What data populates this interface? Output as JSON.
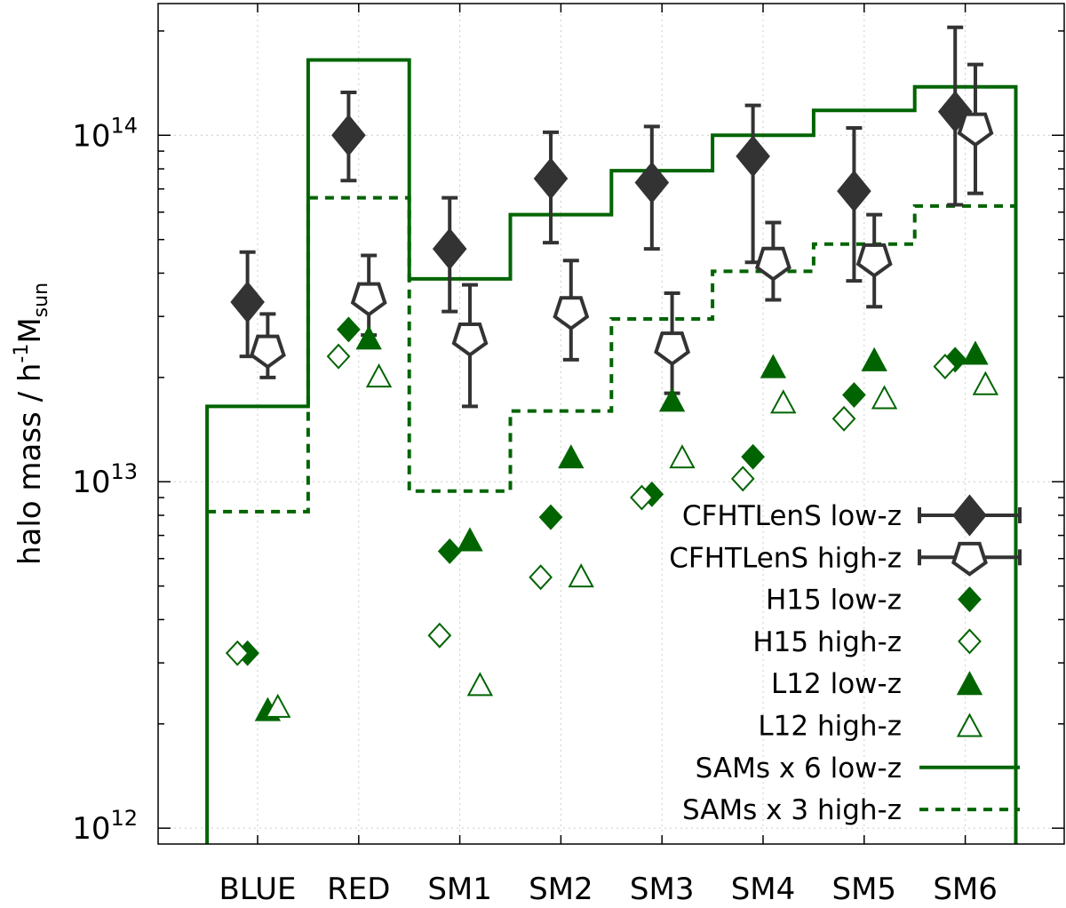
{
  "chart_data": {
    "type": "scatter",
    "title": "",
    "ylabel": "halo mass / h",
    "ylabel_sup": "-1",
    "ylabel_tail": "M",
    "ylabel_sub": "sun",
    "yscale": "log",
    "ylim": [
      900000000000.0,
      240000000000000.0
    ],
    "grid": true,
    "legend_position": "bottom-right",
    "categories": [
      "BLUE",
      "RED",
      "SM1",
      "SM2",
      "SM3",
      "SM4",
      "SM5",
      "SM6"
    ],
    "y_ticks": [
      {
        "value": 1000000000000.0,
        "base": "10",
        "exp": "12"
      },
      {
        "value": 10000000000000.0,
        "base": "10",
        "exp": "13"
      },
      {
        "value": 100000000000000.0,
        "base": "10",
        "exp": "14"
      }
    ],
    "colors": {
      "cfhtlens": "#333333",
      "sim": "#006400",
      "grid": "#cccccc",
      "axis": "#000000"
    },
    "series": [
      {
        "name": "CFHTLenS low-z",
        "marker": "diamond-filled",
        "color": "#333333",
        "offset": -0.1,
        "values": [
          33000000000000.0,
          100000000000000.0,
          47000000000000.0,
          75000000000000.0,
          73000000000000.0,
          87000000000000.0,
          69000000000000.0,
          117000000000000.0
        ],
        "err_low": [
          23000000000000.0,
          74000000000000.0,
          31000000000000.0,
          49000000000000.0,
          47000000000000.0,
          43000000000000.0,
          38000000000000.0,
          63000000000000.0
        ],
        "err_high": [
          46000000000000.0,
          133000000000000.0,
          66000000000000.0,
          102000000000000.0,
          106000000000000.0,
          122000000000000.0,
          105000000000000.0,
          205000000000000.0
        ]
      },
      {
        "name": "CFHTLenS high-z",
        "marker": "pentagon-open",
        "color": "#333333",
        "offset": 0.1,
        "values": [
          24000000000000.0,
          34000000000000.0,
          26000000000000.0,
          31000000000000.0,
          24500000000000.0,
          43000000000000.0,
          44000000000000.0,
          105000000000000.0
        ],
        "err_low": [
          20000000000000.0,
          26500000000000.0,
          16500000000000.0,
          22500000000000.0,
          18000000000000.0,
          33500000000000.0,
          32000000000000.0,
          68000000000000.0
        ],
        "err_high": [
          30500000000000.0,
          45000000000000.0,
          37000000000000.0,
          43500000000000.0,
          35000000000000.0,
          56000000000000.0,
          59000000000000.0,
          160000000000000.0
        ]
      },
      {
        "name": "H15 low-z",
        "marker": "diamond-filled",
        "color": "#006400",
        "offset": -0.1,
        "values": [
          3200000000000.0,
          27500000000000.0,
          6300000000000.0,
          7900000000000.0,
          9200000000000.0,
          11800000000000.0,
          17800000000000.0,
          22500000000000.0
        ]
      },
      {
        "name": "H15 high-z",
        "marker": "diamond-open",
        "color": "#006400",
        "offset": -0.2,
        "values": [
          3200000000000.0,
          23000000000000.0,
          3600000000000.0,
          5300000000000.0,
          9000000000000.0,
          10200000000000.0,
          15200000000000.0,
          21500000000000.0
        ]
      },
      {
        "name": "L12 low-z",
        "marker": "triangle-filled",
        "color": "#006400",
        "offset": 0.1,
        "values": [
          2200000000000.0,
          26000000000000.0,
          6800000000000.0,
          11800000000000.0,
          17200000000000.0,
          21500000000000.0,
          22500000000000.0,
          23500000000000.0
        ]
      },
      {
        "name": "L12 high-z",
        "marker": "triangle-open",
        "color": "#006400",
        "offset": 0.2,
        "values": [
          2250000000000.0,
          20200000000000.0,
          2600000000000.0,
          5350000000000.0,
          11800000000000.0,
          17000000000000.0,
          17500000000000.0,
          19200000000000.0
        ]
      },
      {
        "name": "SAMs x 6 low-z",
        "marker": "step-solid",
        "color": "#006400",
        "values": [
          16500000000000.0,
          165000000000000.0,
          38500000000000.0,
          59000000000000.0,
          79000000000000.0,
          100000000000000.0,
          118000000000000.0,
          138000000000000.0
        ]
      },
      {
        "name": "SAMs x 3 high-z",
        "marker": "step-dashed",
        "color": "#006400",
        "values": [
          8200000000000.0,
          66000000000000.0,
          9400000000000.0,
          16000000000000.0,
          29500000000000.0,
          40500000000000.0,
          48500000000000.0,
          62500000000000.0
        ]
      }
    ]
  }
}
